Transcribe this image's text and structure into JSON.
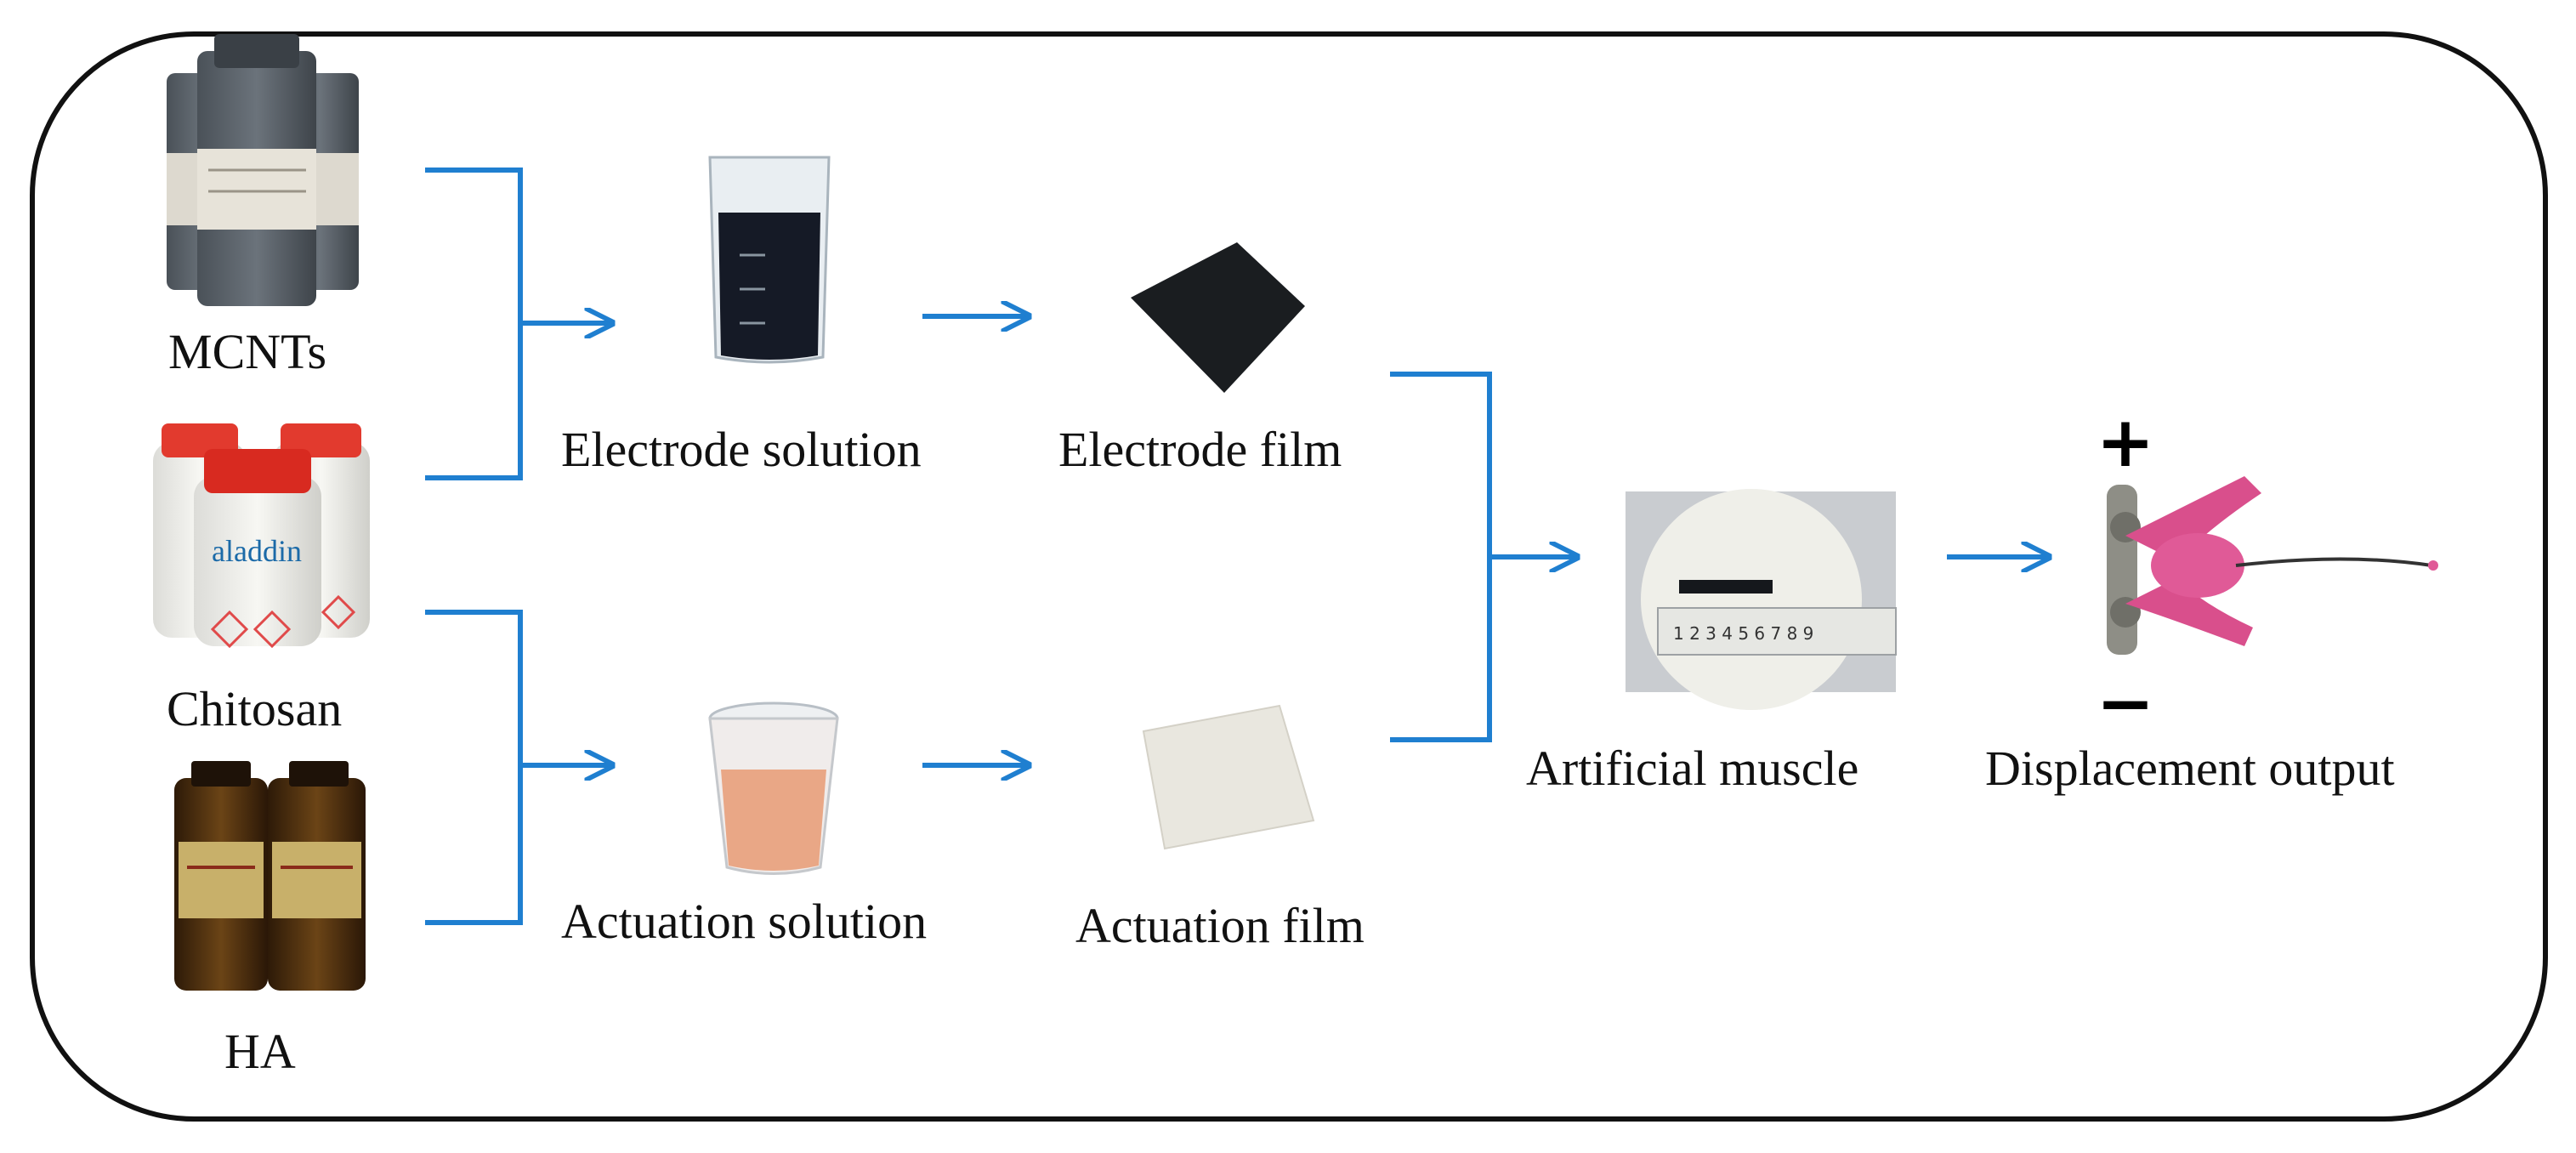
{
  "diagram": {
    "accent_color": "#1f7fd0",
    "border_color": "#111111",
    "materials": [
      {
        "id": "mcnts",
        "label": "MCNTs",
        "icon": "reagent-bottles-icon"
      },
      {
        "id": "chitosan",
        "label": "Chitosan",
        "icon": "reagent-bottles-icon"
      },
      {
        "id": "ha",
        "label": "HA",
        "icon": "amber-bottles-icon"
      }
    ],
    "solutions": [
      {
        "id": "electrode-solution",
        "label": "Electrode solution",
        "icon": "beaker-icon"
      },
      {
        "id": "actuation-solution",
        "label": "Actuation solution",
        "icon": "beaker-icon"
      }
    ],
    "films": [
      {
        "id": "electrode-film",
        "label": "Electrode film",
        "icon": "film-sheet-icon"
      },
      {
        "id": "actuation-film",
        "label": "Actuation film",
        "icon": "film-sheet-icon"
      }
    ],
    "muscle": {
      "label": "Artificial muscle",
      "icon": "film-with-ruler-icon"
    },
    "output": {
      "label": "Displacement output",
      "icon": "clamp-actuator-icon",
      "plus": "+",
      "minus": "−"
    },
    "ruler_digits": "1 2 3 4 5 6 7 8 9"
  }
}
